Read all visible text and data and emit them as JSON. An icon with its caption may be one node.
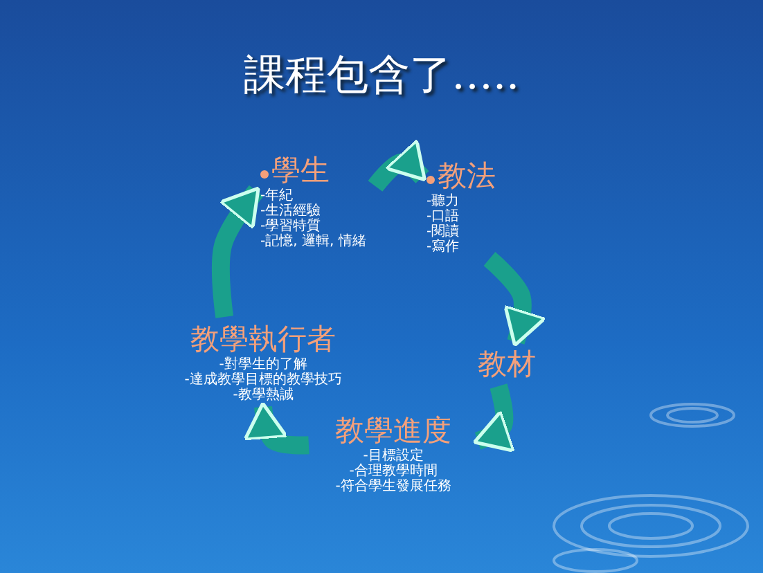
{
  "diagram": {
    "title": "課程包含了…..",
    "nodes": [
      {
        "text": [
          "學生",
          "-年紀",
          "-生活經驗",
          "-學習特質",
          "-記憶, 邏輯, 情緒"
        ]
      },
      {
        "text": [
          "教法",
          "-聽力",
          "-口語",
          "-閱讀",
          "-寫作"
        ]
      },
      {
        "text": [
          "教材"
        ]
      },
      {
        "text": [
          "教學進度",
          "-目標設定",
          "-合理教學時間",
          "-符合學生發展任務"
        ]
      },
      {
        "text": [
          "教學執行者",
          "-對學生的了解",
          "-達成教學目標的教學技巧",
          "-教學熱誠"
        ]
      }
    ],
    "edges": [
      {
        "from": 0,
        "to": 1,
        "arrow": "to"
      },
      {
        "from": 1,
        "to": 2,
        "arrow": "to"
      },
      {
        "from": 2,
        "to": 3,
        "arrow": "to"
      },
      {
        "from": 3,
        "to": 4,
        "arrow": "to"
      },
      {
        "from": 4,
        "to": 0,
        "arrow": "to"
      }
    ]
  }
}
